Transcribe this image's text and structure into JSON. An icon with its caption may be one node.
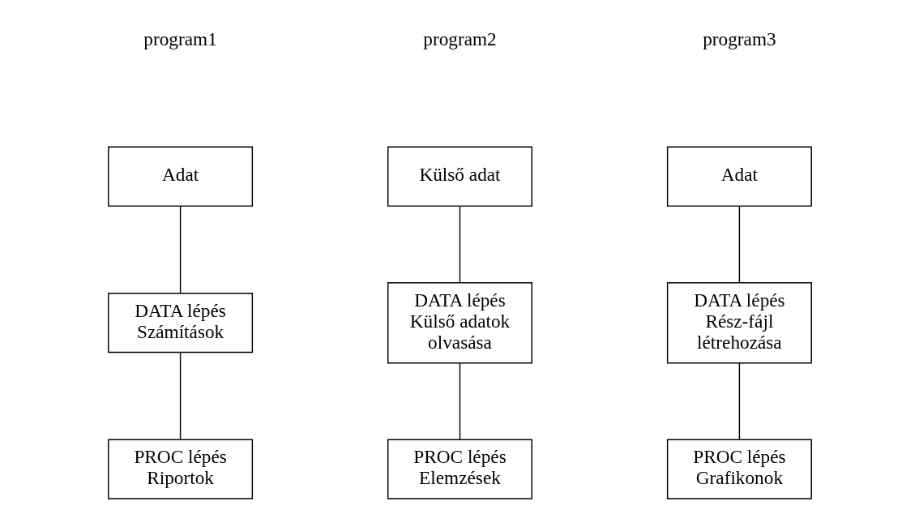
{
  "diagram": {
    "nodes": [
      {
        "text": [
          "Adat"
        ]
      },
      {
        "text": [
          "DATA lépés",
          "Számítások"
        ]
      },
      {
        "text": [
          "PROC lépés",
          "Riportok"
        ]
      },
      {
        "text": [
          "Külső adat"
        ]
      },
      {
        "text": [
          "DATA lépés",
          "Külső adatok olvasása"
        ]
      },
      {
        "text": [
          "PROC lépés",
          "Elemzések"
        ]
      },
      {
        "text": [
          "Adat"
        ]
      },
      {
        "text": [
          "DATA lépés",
          "Rész-fájl létrehozása"
        ]
      },
      {
        "text": [
          "PROC lépés",
          "Grafikonok"
        ]
      }
    ],
    "edges": [
      {
        "from": 0,
        "to": 1,
        "arrow": "none"
      },
      {
        "from": 1,
        "to": 2,
        "arrow": "none"
      },
      {
        "from": 3,
        "to": 4,
        "arrow": "none"
      },
      {
        "from": 4,
        "to": 5,
        "arrow": "none"
      },
      {
        "from": 6,
        "to": 7,
        "arrow": "none"
      },
      {
        "from": 7,
        "to": 8,
        "arrow": "none"
      }
    ],
    "labels": [
      "program1",
      "program2",
      "program3"
    ]
  }
}
